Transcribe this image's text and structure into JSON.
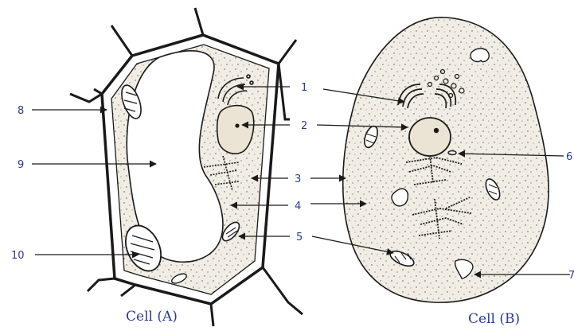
{
  "captions": {
    "cell_a": "Cell (A)",
    "cell_b": "Cell (B)"
  },
  "labels": {
    "l1": "1",
    "l2": "2",
    "l3": "3",
    "l4": "4",
    "l5": "5",
    "l6": "6",
    "l7": "7",
    "l8": "8",
    "l9": "9",
    "l10": "10"
  },
  "colors": {
    "ink": "#1a1a1a",
    "label": "#2b3a8c",
    "cytoplasm": "#f1ede4"
  }
}
